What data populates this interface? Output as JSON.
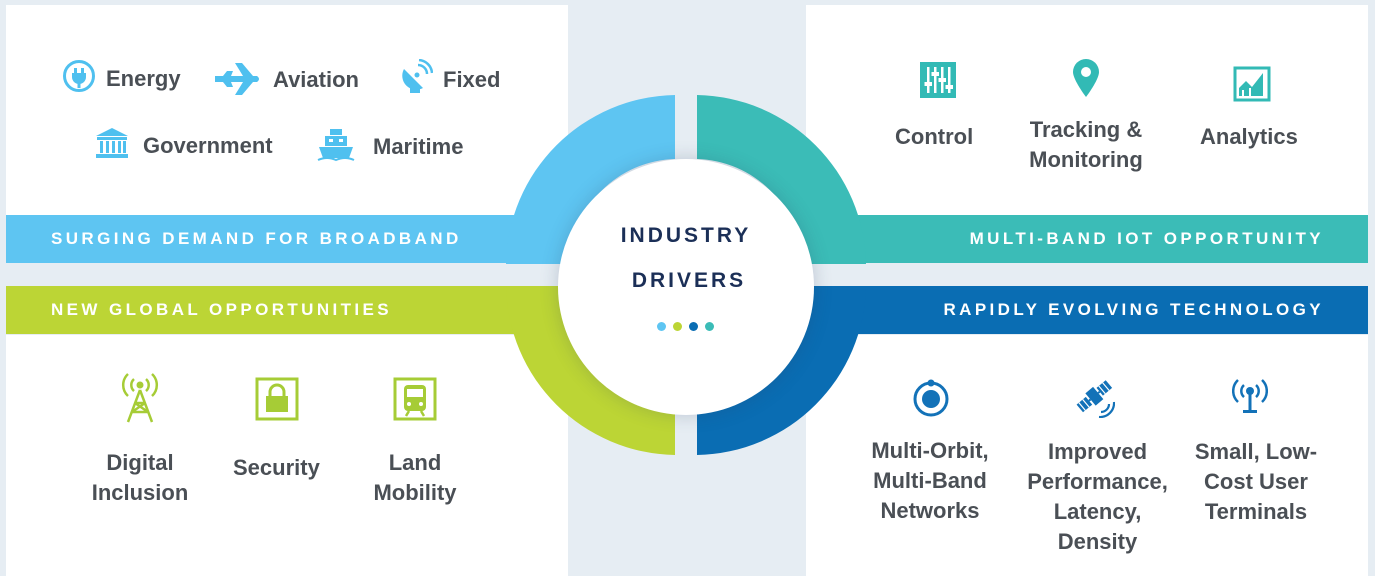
{
  "colors": {
    "light_blue": "#5ec5f2",
    "teal": "#3bbcb7",
    "lime": "#bcd535",
    "dark_blue": "#0a6db3",
    "icon_blue": "#4fc0ef",
    "icon_teal": "#32bab5",
    "icon_lime": "#a6cc36",
    "icon_dark_blue": "#1372b8",
    "title_navy": "#1b2f57"
  },
  "center": {
    "title_line1": "INDUSTRY",
    "title_line2": "DRIVERS"
  },
  "quadrants": {
    "top_left": {
      "band_label": "SURGING DEMAND FOR BROADBAND",
      "items": [
        {
          "label": "Energy",
          "icon": "power-plug-icon"
        },
        {
          "label": "Aviation",
          "icon": "airplane-icon"
        },
        {
          "label": "Fixed",
          "icon": "satellite-dish-icon"
        },
        {
          "label": "Government",
          "icon": "government-building-icon"
        },
        {
          "label": "Maritime",
          "icon": "ship-icon"
        }
      ]
    },
    "top_right": {
      "band_label": "MULTI-BAND IOT OPPORTUNITY",
      "items": [
        {
          "label": "Control",
          "icon": "control-sliders-icon"
        },
        {
          "label_line1": "Tracking &",
          "label_line2": "Monitoring",
          "icon": "location-pin-icon"
        },
        {
          "label": "Analytics",
          "icon": "analytics-chart-icon"
        }
      ]
    },
    "bottom_left": {
      "band_label": "NEW GLOBAL OPPORTUNITIES",
      "items": [
        {
          "label_line1": "Digital",
          "label_line2": "Inclusion",
          "icon": "radio-tower-icon"
        },
        {
          "label": "Security",
          "icon": "padlock-icon"
        },
        {
          "label_line1": "Land",
          "label_line2": "Mobility",
          "icon": "train-icon"
        }
      ]
    },
    "bottom_right": {
      "band_label": "RAPIDLY EVOLVING TECHNOLOGY",
      "items": [
        {
          "label_line1": "Multi-Orbit,",
          "label_line2": "Multi-Band",
          "label_line3": "Networks",
          "icon": "orbit-icon"
        },
        {
          "label_line1": "Improved",
          "label_line2": "Performance,",
          "label_line3": "Latency,",
          "label_line4": "Density",
          "icon": "satellite-icon"
        },
        {
          "label_line1": "Small, Low-",
          "label_line2": "Cost User",
          "label_line3": "Terminals",
          "icon": "antenna-broadcast-icon"
        }
      ]
    }
  }
}
